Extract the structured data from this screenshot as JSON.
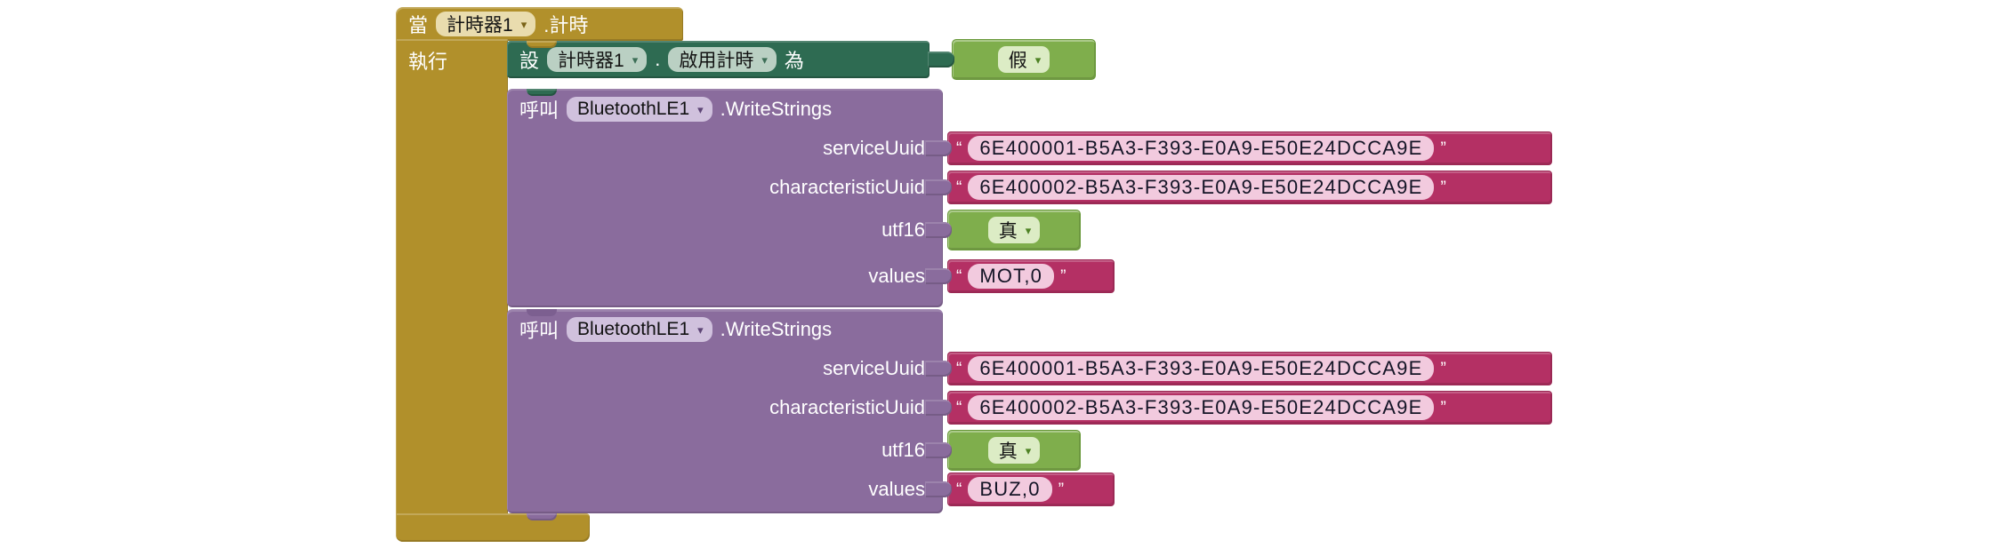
{
  "colors": {
    "event_block": "#b1902b",
    "set_block": "#2e6b52",
    "call_block": "#8a6c9d",
    "logic_block": "#7fae4c",
    "string_block": "#b43064",
    "string_field": "#f2cade",
    "canvas_bg": "#ffffff"
  },
  "event_block": {
    "when_label": "當",
    "component": "計時器1",
    "event_suffix": ".計時",
    "do_label": "執行"
  },
  "set_block": {
    "set_label": "設",
    "component": "計時器1",
    "dot": ".",
    "property": "啟用計時",
    "to_label": "為",
    "value": "假"
  },
  "call_blocks": [
    {
      "call_label": "呼叫",
      "component": "BluetoothLE1",
      "method_suffix": ".WriteStrings",
      "params": [
        {
          "name": "serviceUuid",
          "type": "string",
          "value": "6E400001-B5A3-F393-E0A9-E50E24DCCA9E"
        },
        {
          "name": "characteristicUuid",
          "type": "string",
          "value": "6E400002-B5A3-F393-E0A9-E50E24DCCA9E"
        },
        {
          "name": "utf16",
          "type": "logic",
          "value": "真"
        },
        {
          "name": "values",
          "type": "string",
          "value": "MOT,0"
        }
      ]
    },
    {
      "call_label": "呼叫",
      "component": "BluetoothLE1",
      "method_suffix": ".WriteStrings",
      "params": [
        {
          "name": "serviceUuid",
          "type": "string",
          "value": "6E400001-B5A3-F393-E0A9-E50E24DCCA9E"
        },
        {
          "name": "characteristicUuid",
          "type": "string",
          "value": "6E400002-B5A3-F393-E0A9-E50E24DCCA9E"
        },
        {
          "name": "utf16",
          "type": "logic",
          "value": "真"
        },
        {
          "name": "values",
          "type": "string",
          "value": "BUZ,0"
        }
      ]
    }
  ],
  "ui": {
    "dropdown_arrow": "▾",
    "quote_open": "“",
    "quote_close": "”"
  }
}
